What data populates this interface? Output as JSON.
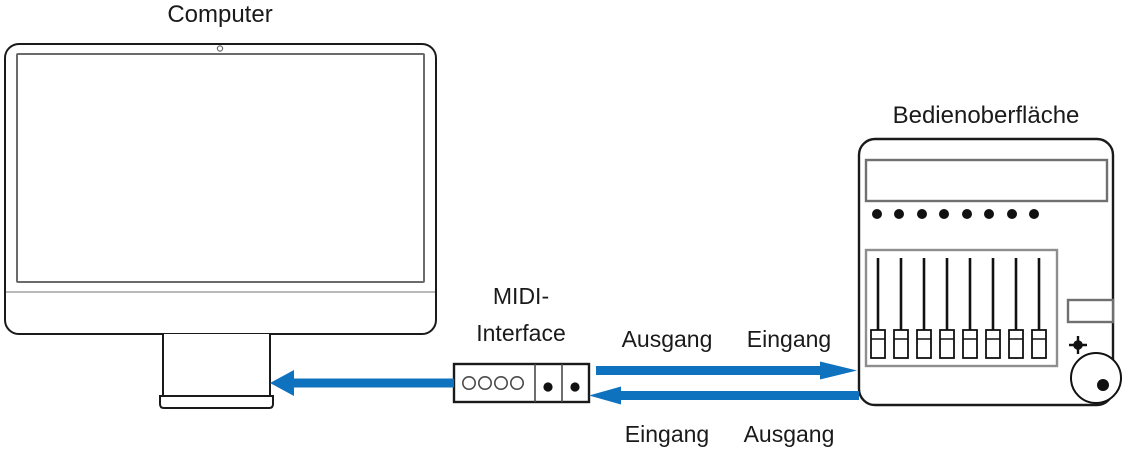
{
  "diagram": {
    "type": "connection-diagram",
    "background_color": "#ffffff",
    "line_color": "#1a1a1a",
    "accent_color": "#0f72be",
    "labels": {
      "computer": "Computer",
      "control_surface": "Bedienoberfläche",
      "midi_interface_line1": "MIDI-",
      "midi_interface_line2": "Interface",
      "top_left": "Ausgang",
      "top_right": "Eingang",
      "bottom_left": "Eingang",
      "bottom_right": "Ausgang"
    },
    "nodes": [
      {
        "id": "computer",
        "label": "Computer",
        "kind": "display-monitor-with-stand"
      },
      {
        "id": "midi-interface",
        "label": "MIDI-Interface",
        "kind": "rack-box",
        "ports_round": 4,
        "ports_dot": 2
      },
      {
        "id": "control-surface",
        "label": "Bedienoberfläche",
        "kind": "mixer-control-surface",
        "faders": 8,
        "leds": 8,
        "jog_wheel": 1,
        "joystick": 1,
        "displays": 2
      }
    ],
    "connections": [
      {
        "id": "midi-out-to-surface-in",
        "from": "midi-interface",
        "to": "control-surface",
        "direction": "right",
        "source_label": "Ausgang",
        "target_label": "Eingang",
        "color": "#0f72be"
      },
      {
        "id": "surface-out-to-midi-in",
        "from": "control-surface",
        "to": "midi-interface",
        "direction": "left",
        "source_label": "Ausgang",
        "target_label": "Eingang",
        "color": "#0f72be"
      },
      {
        "id": "midi-to-computer",
        "from": "midi-interface",
        "to": "computer",
        "direction": "left",
        "color": "#0f72be"
      }
    ]
  }
}
